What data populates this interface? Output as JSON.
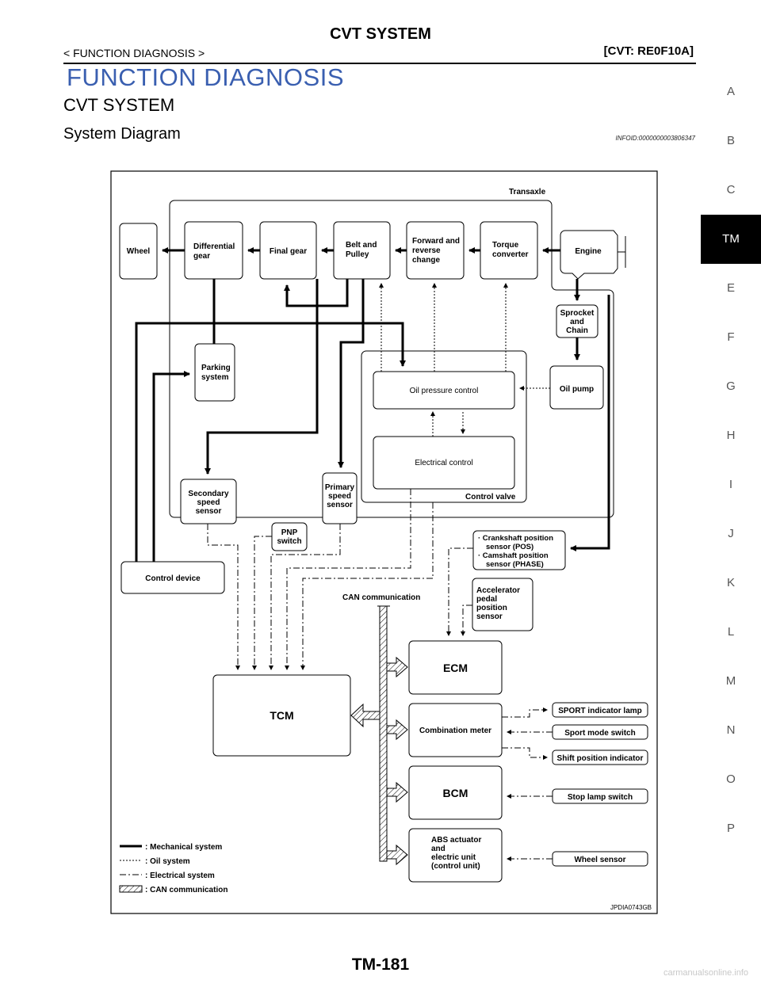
{
  "header": {
    "title": "CVT SYSTEM",
    "section": "< FUNCTION DIAGNOSIS >",
    "model": "[CVT: RE0F10A]"
  },
  "page": {
    "heading": "FUNCTION DIAGNOSIS",
    "subheading": "CVT SYSTEM",
    "subsection": "System Diagram",
    "info_id": "INFOID:0000000003806347",
    "page_number": "TM-181"
  },
  "tabs": [
    "A",
    "B",
    "C",
    "TM",
    "E",
    "F",
    "G",
    "H",
    "I",
    "J",
    "K",
    "L",
    "M",
    "N",
    "O",
    "P"
  ],
  "active_tab": "TM",
  "diagram": {
    "transaxle": "Transaxle",
    "wheel": "Wheel",
    "differential": [
      "Differential",
      "gear"
    ],
    "final_gear": "Final gear",
    "belt": [
      "Belt and",
      "Pulley"
    ],
    "forward": [
      "Forward and",
      "reverse",
      "change"
    ],
    "torque": [
      "Torque",
      "converter"
    ],
    "engine": "Engine",
    "sprocket": [
      "Sprocket",
      "and",
      "Chain"
    ],
    "parking": [
      "Parking",
      "system"
    ],
    "oil_pressure": "Oil pressure control",
    "oil_pump": "Oil pump",
    "electrical_control": "Electrical control",
    "control_valve": "Control valve",
    "secondary": [
      "Secondary",
      "speed",
      "sensor"
    ],
    "primary": [
      "Primary",
      "speed",
      "sensor"
    ],
    "pnp": [
      "PNP",
      "switch"
    ],
    "crank": [
      "· Crankshaft position",
      "sensor (POS)",
      "· Camshaft position",
      "sensor (PHASE)"
    ],
    "control_device": "Control device",
    "can": "CAN communication",
    "accel": [
      "Accelerator",
      "pedal",
      "position",
      "sensor"
    ],
    "ecm": "ECM",
    "tcm": "TCM",
    "combo": "Combination meter",
    "sport_lamp": "SPORT indicator lamp",
    "sport_switch": "Sport mode switch",
    "shift_ind": "Shift position indicator",
    "bcm": "BCM",
    "stop_lamp": "Stop lamp switch",
    "abs": [
      "ABS actuator",
      "and",
      "electric unit",
      "(control unit)"
    ],
    "wheel_sensor": "Wheel sensor",
    "legend": {
      "mech": ": Mechanical system",
      "oil": ": Oil system",
      "elec": ": Electrical system",
      "can": ": CAN communication"
    },
    "code": "JPDIA0743GB"
  },
  "watermark": "carmanualsonline.info"
}
